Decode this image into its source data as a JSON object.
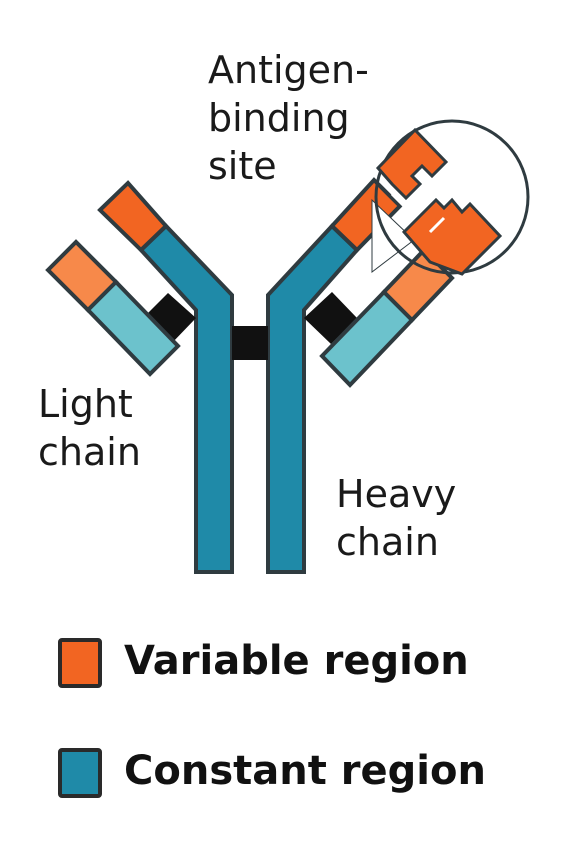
{
  "labels": {
    "antigen_line1": "Antigen-",
    "antigen_line2": "binding",
    "antigen_line3": "site",
    "light_line1": "Light",
    "light_line2": "chain",
    "heavy_line1": "Heavy",
    "heavy_line2": "chain"
  },
  "legend": {
    "variable": "Variable region",
    "constant": "Constant region"
  },
  "colors": {
    "variable": "#f26522",
    "variable_light": "#f7894a",
    "constant": "#1f8aa8",
    "constant_light": "#6cc2cc",
    "bridge": "#111111",
    "outline": "#2f3b40"
  }
}
